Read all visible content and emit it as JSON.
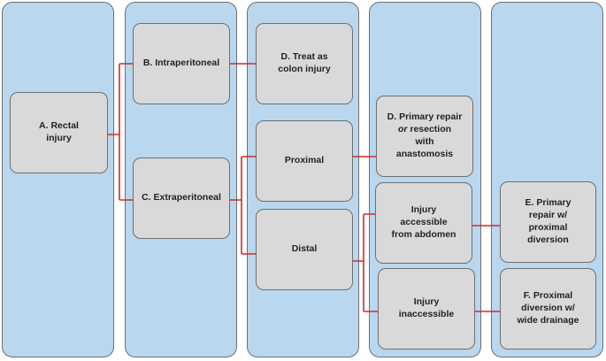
{
  "colors": {
    "column_fill": "#b9d7ee",
    "box_fill": "#d9d9d9",
    "border": "#6f6f6f",
    "connector": "#d42a2a"
  },
  "nodes": {
    "a": {
      "line1": "A. Rectal",
      "line2": "injury"
    },
    "b": {
      "line1": "B. Intraperitoneal"
    },
    "c": {
      "line1": "C. Extraperitoneal"
    },
    "d_treat": {
      "line1": "D. Treat as",
      "line2": "colon injury"
    },
    "proximal": {
      "line1": "Proximal"
    },
    "distal": {
      "line1": "Distal"
    },
    "d_repair": {
      "line1": "D. Primary repair",
      "line2_em": "or",
      "line2_rest": " resection",
      "line3": "with",
      "line4": "anastomosis"
    },
    "accessible": {
      "line1": "Injury",
      "line2": "accessible",
      "line3": "from abdomen"
    },
    "inaccessible": {
      "line1": "Injury",
      "line2": "inaccessible"
    },
    "e": {
      "line1": "E. Primary",
      "line2": "repair w/",
      "line3": "proximal",
      "line4": "diversion"
    },
    "f": {
      "line1": "F. Proximal",
      "line2": "diversion w/",
      "line3": "wide drainage"
    }
  }
}
